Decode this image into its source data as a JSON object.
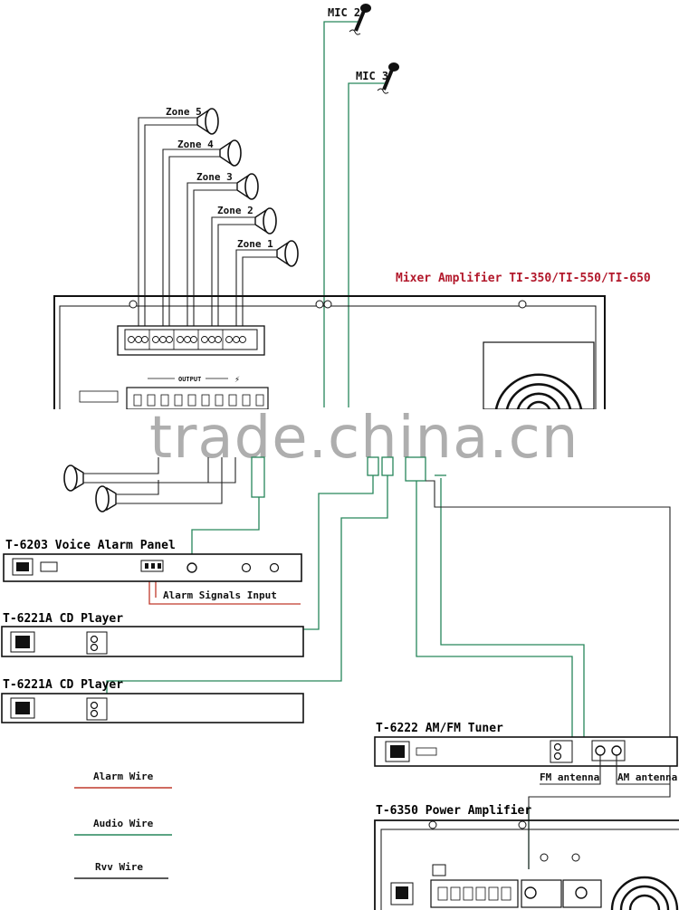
{
  "mixer": {
    "title": "Mixer Amplifier  TI-350/TI-550/TI-650",
    "color": "#b2182b"
  },
  "mics": [
    {
      "label": "MIC 2"
    },
    {
      "label": "MIC 3"
    }
  ],
  "zones": [
    {
      "label": "Zone 5"
    },
    {
      "label": "Zone 4"
    },
    {
      "label": "Zone 3"
    },
    {
      "label": "Zone 2"
    },
    {
      "label": "Zone 1"
    }
  ],
  "panel_labels": {
    "output": "OUTPUT"
  },
  "devices": [
    {
      "label": "T-6203  Voice Alarm Panel"
    },
    {
      "label": "T-6221A  CD Player"
    },
    {
      "label": "T-6221A  CD Player"
    },
    {
      "label": "T-6222  AM/FM Tuner"
    },
    {
      "label": "T-6350 Power Amplifier"
    }
  ],
  "callouts": {
    "alarm_signals": "Alarm Signals Input",
    "fm_antenna": "FM antenna",
    "am_antenna": "AM antenna"
  },
  "legend": [
    {
      "label": "Alarm Wire",
      "color": "#c0392b"
    },
    {
      "label": "Audio Wire",
      "color": "#27865a"
    },
    {
      "label": "Rvv Wire",
      "color": "#222222"
    }
  ],
  "watermark": "trade.china.cn",
  "colors": {
    "audio": "#27865a",
    "alarm": "#c0392b",
    "rvv": "#222222"
  }
}
